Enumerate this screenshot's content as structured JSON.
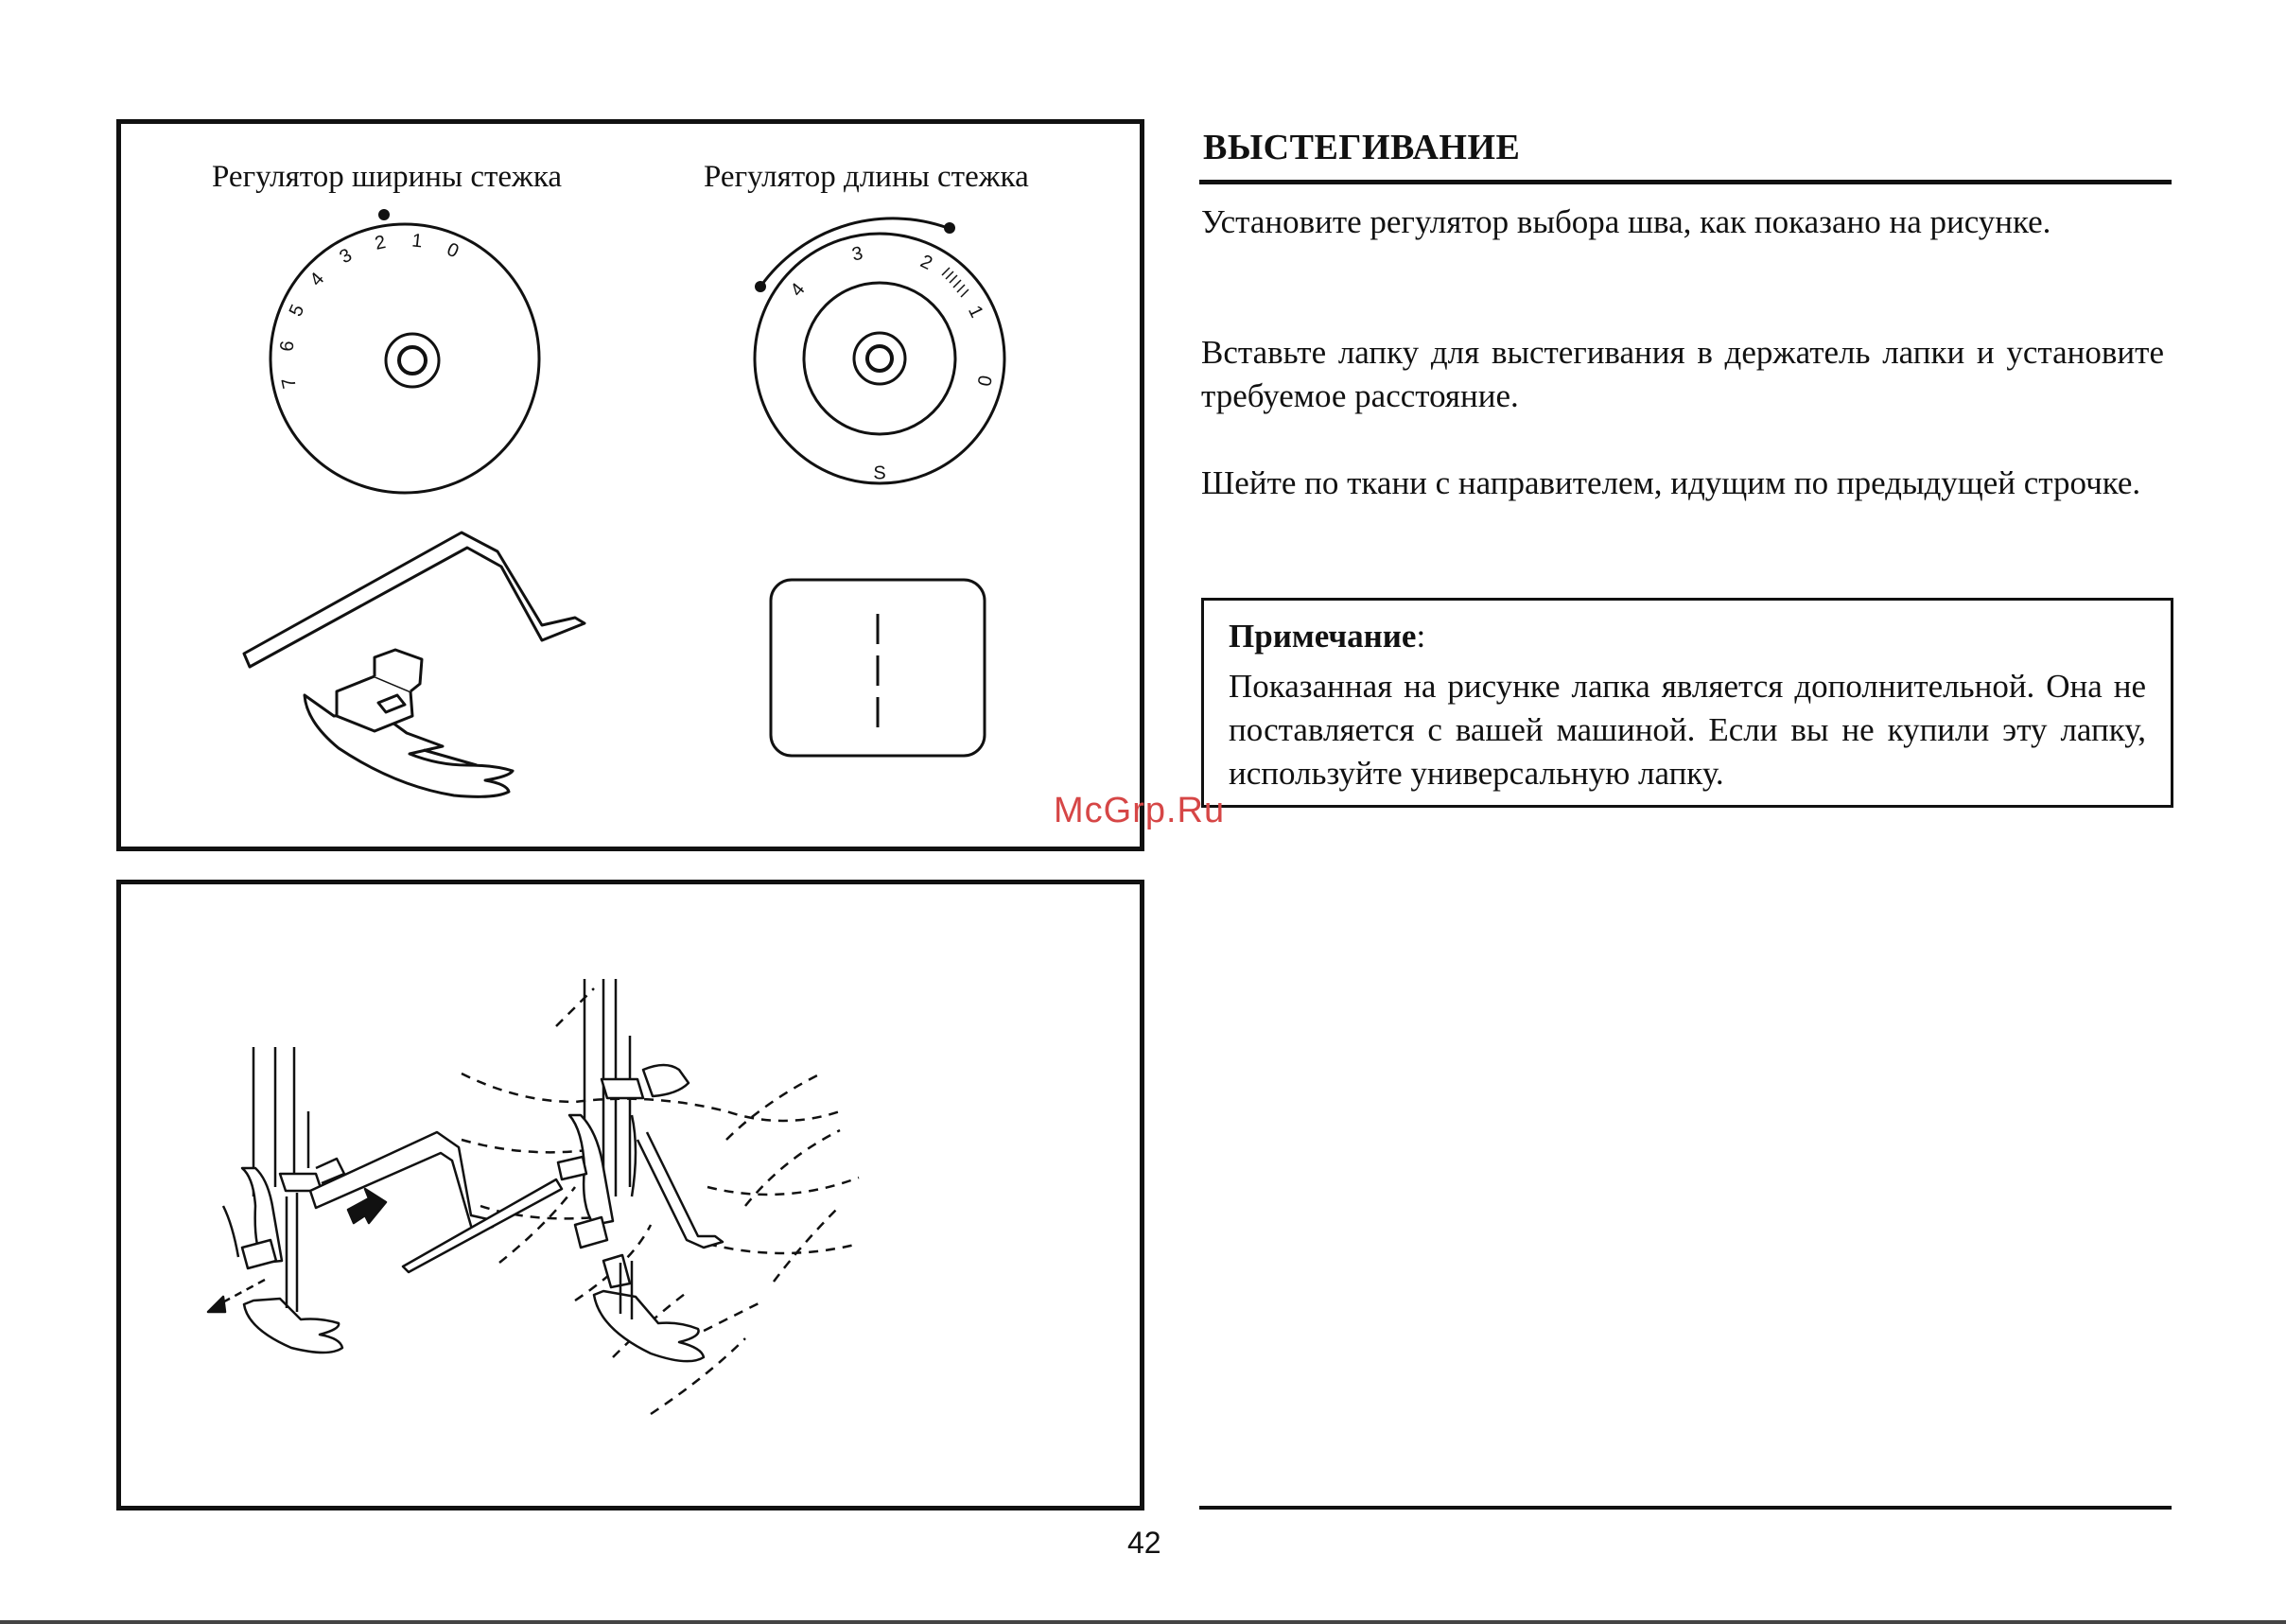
{
  "figure_top": {
    "width_regulator_label": "Регулятор ширины стежка",
    "length_regulator_label": "Регулятор длины стежка",
    "width_dial_numbers": [
      "0",
      "1",
      "2",
      "3",
      "4",
      "5",
      "6",
      "7"
    ],
    "length_dial_numbers": [
      "0",
      "1",
      "2",
      "3",
      "4"
    ],
    "length_dial_bottom_mark": "S"
  },
  "section": {
    "title": "ВЫСТЕГИВАНИЕ",
    "paragraphs": [
      "Установите регулятор выбора шва, как показано на рисунке.",
      "Вставьте лапку для выстегивания в держатель лапки и установите требуемое расстояние.",
      "Шейте по ткани с направителем, идущим по предыдущей строчке."
    ]
  },
  "note": {
    "label": "Примечание",
    "label_suffix": ":",
    "text": "Показанная на рисунке лапка является дополнительной. Она не поставляется с вашей машиной. Если вы не купили эту лапку, используйте универсальную лапку."
  },
  "watermark": "McGrp.Ru",
  "page_number": "42"
}
